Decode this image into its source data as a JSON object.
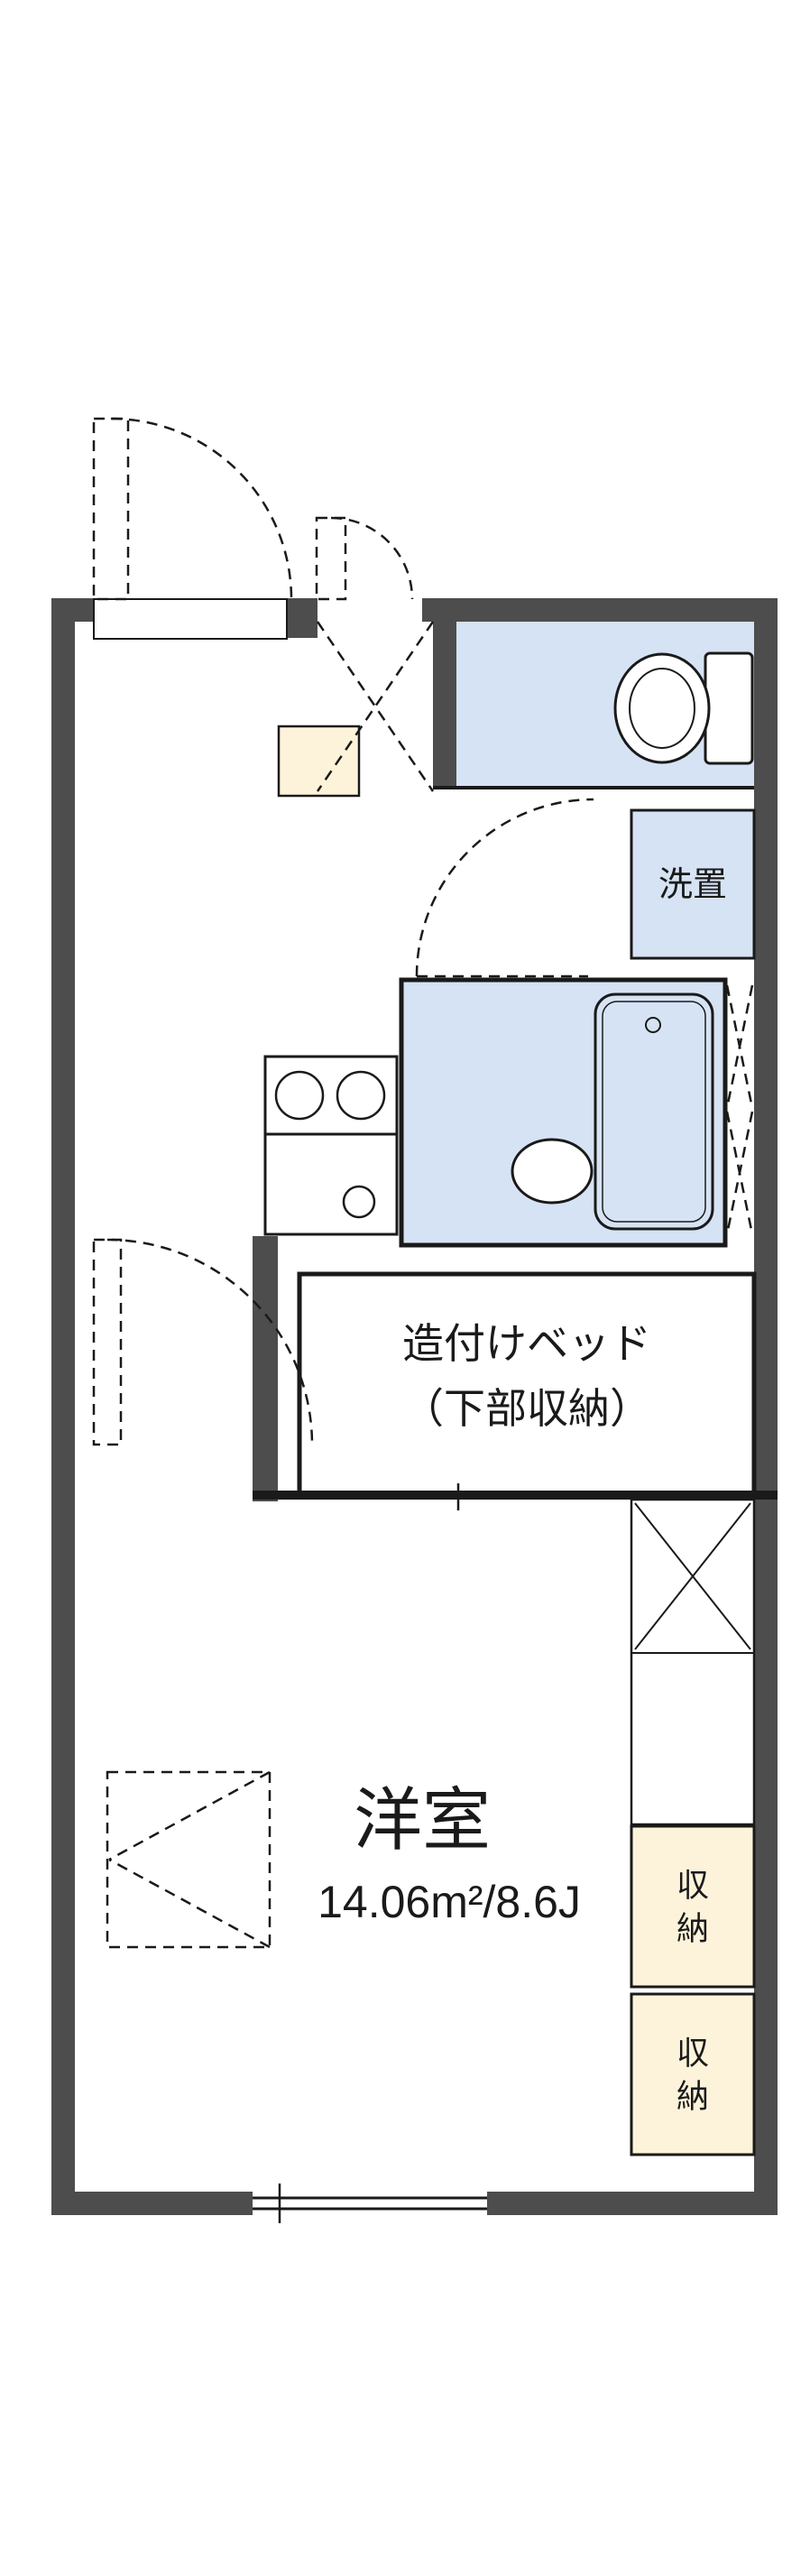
{
  "floor_plan": {
    "type": "apartment-floor-plan",
    "labels": {
      "main_room_name": "洋室",
      "main_room_area": "14.06m²/8.6J",
      "bed_line1": "造付けベッド",
      "bed_line2": "（下部収納）",
      "washer": "洗置",
      "storage_upper_chars": [
        "収",
        "納"
      ],
      "storage_lower_chars": [
        "収",
        "納"
      ]
    },
    "colors": {
      "wall": "#4d4d4d",
      "wet_area_fill": "#d6e3f4",
      "storage_fill": "#fdf3da",
      "line": "#1a1a1a",
      "background": "#ffffff"
    }
  }
}
